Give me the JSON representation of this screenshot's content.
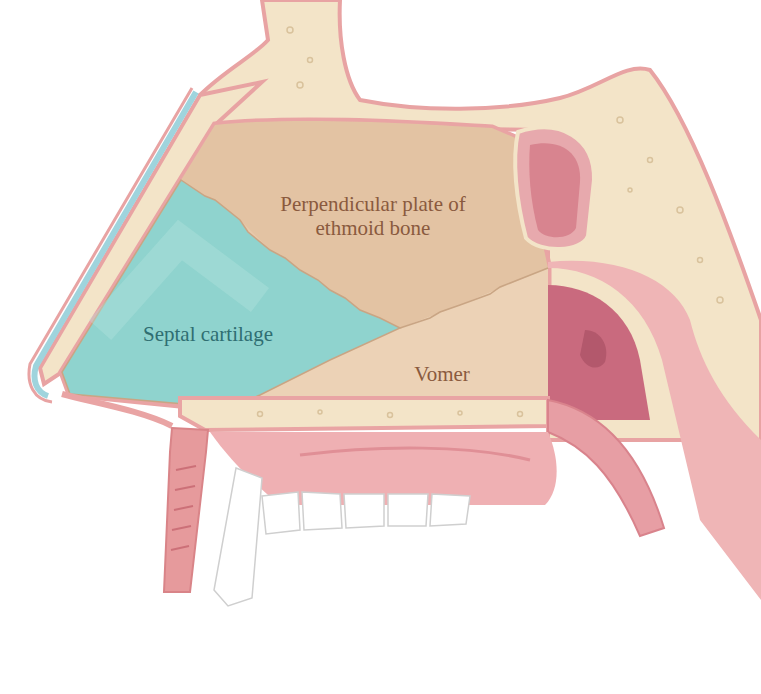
{
  "diagram": {
    "labels": [
      "Perpendicular plate of ethmoid bone",
      "Septal cartilage",
      "Vomer"
    ]
  }
}
